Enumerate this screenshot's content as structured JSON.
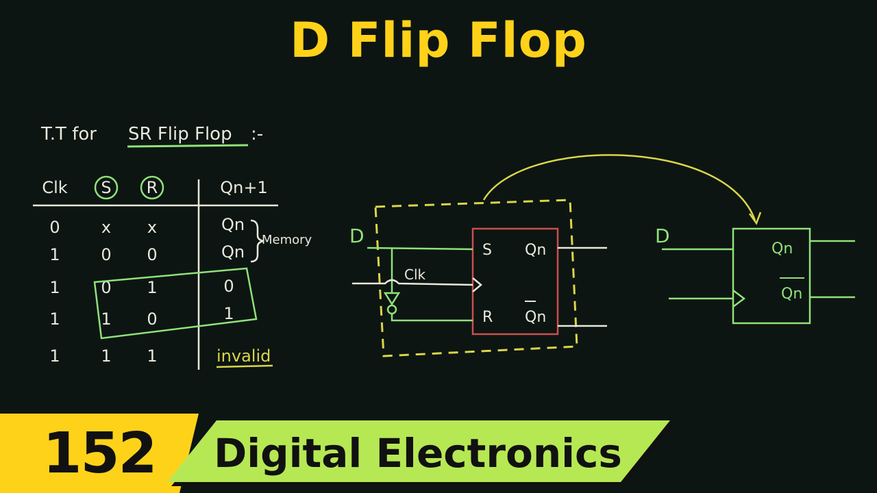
{
  "title": "D Flip Flop",
  "truth_table": {
    "heading_parts": [
      "T.T for",
      "SR Flip Flop",
      ":-"
    ],
    "headers": [
      "Clk",
      "S",
      "R",
      "Qn+1"
    ],
    "rows": [
      [
        "0",
        "x",
        "x",
        "Qn"
      ],
      [
        "1",
        "0",
        "0",
        "Qn"
      ],
      [
        "1",
        "0",
        "1",
        "0"
      ],
      [
        "1",
        "1",
        "0",
        "1"
      ],
      [
        "1",
        "1",
        "1",
        "invalid"
      ]
    ],
    "memory_label": "Memory"
  },
  "sr_circuit": {
    "input_d": "D",
    "clk_label": "Clk",
    "pin_s": "S",
    "pin_r": "R",
    "out_q": "Qn",
    "out_qbar": "Qn"
  },
  "d_block": {
    "input_d": "D",
    "out_q": "Qn",
    "out_qbar": "Qn"
  },
  "banner": {
    "number": "152",
    "series": "Digital Electronics",
    "number_bg": "#ffd21a",
    "series_bg": "#b6e854"
  },
  "colors": {
    "chalk_white": "#e8e8dc",
    "chalk_green": "#8fe27a",
    "chalk_yellow": "#d9d64a",
    "box_red": "#c8504e",
    "title_yellow": "#ffd21a"
  }
}
